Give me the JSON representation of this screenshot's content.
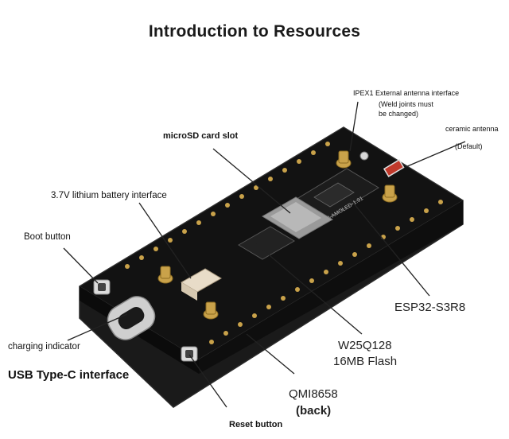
{
  "title": "Introduction to Resources",
  "labels": {
    "ipex1_line1": "IPEX1 External antenna interface",
    "ipex1_line2": "(Weld joints must",
    "ipex1_line3": "be changed)",
    "ceramic_line1": "ceramic antenna",
    "ceramic_line2": "(Default)",
    "microsd": "microSD card slot",
    "battery": "3.7V lithium battery interface",
    "boot": "Boot button",
    "esp32": "ESP32-S3R8",
    "charging": "charging indicator",
    "usb": "USB Type-C interface",
    "flash_line1": "W25Q128",
    "flash_line2": "16MB Flash",
    "qmi_line1": "QMI8658",
    "qmi_line2": "(back)",
    "reset": "Reset button"
  },
  "board": {
    "silk_text": "ESP32-S3-AMOLED-1.91",
    "colors": {
      "pcb": "#121212",
      "pcb_edge": "#2a2a2a",
      "gold": "#c9a24a",
      "connector": "#e8dcc8",
      "sd_slot": "#9a9a9a",
      "usb": "#cfcfcf",
      "antenna": "#c0392b"
    }
  }
}
